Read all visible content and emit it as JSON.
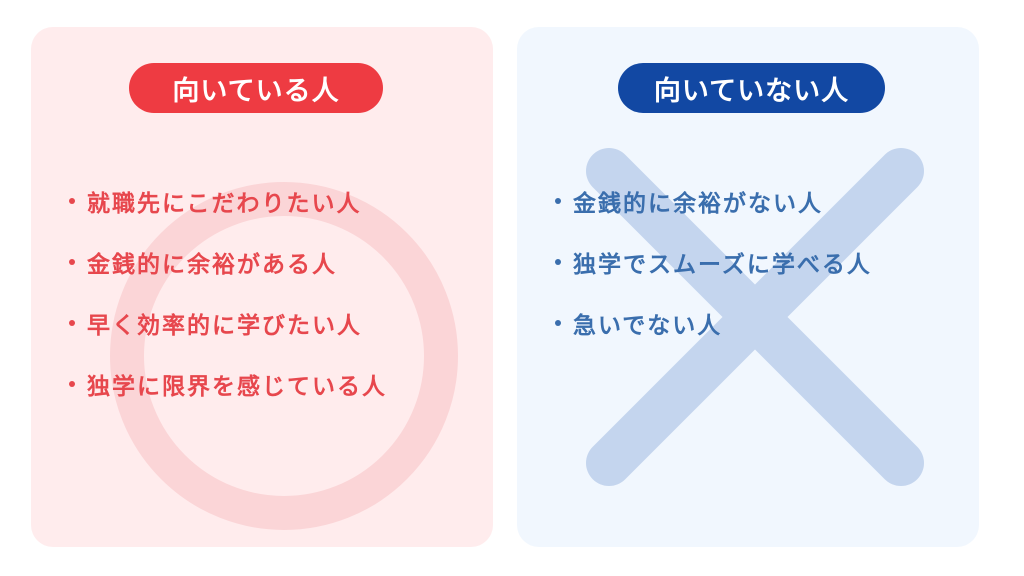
{
  "left_card": {
    "title": "向いている人",
    "background_icon": "circle-icon",
    "accent_color": "#ee3b42",
    "items": [
      "就職先にこだわりたい人",
      "金銭的に余裕がある人",
      "早く効率的に学びたい人",
      "独学に限界を感じている人"
    ]
  },
  "right_card": {
    "title": "向いていない人",
    "background_icon": "cross-icon",
    "accent_color": "#1248a3",
    "items": [
      "金銭的に余裕がない人",
      "独学でスムーズに学べる人",
      "急いでない人"
    ]
  }
}
